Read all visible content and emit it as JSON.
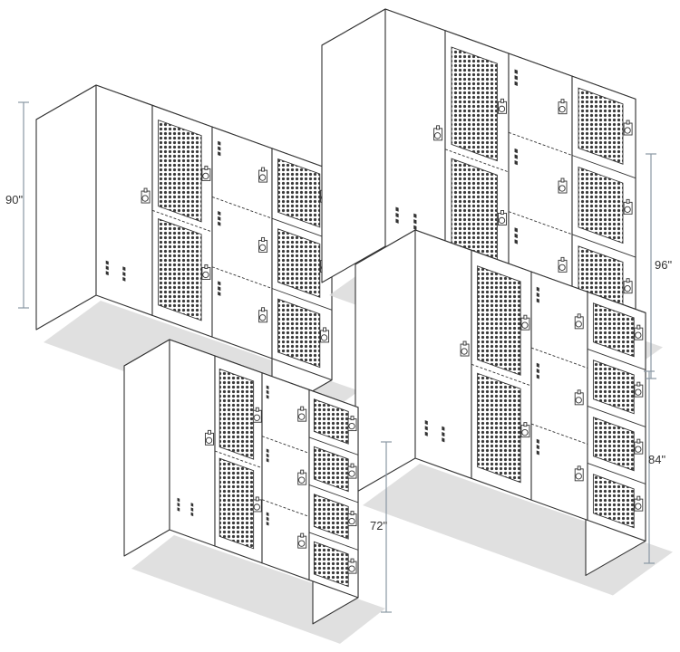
{
  "dimensions": {
    "h90": "90\"",
    "h96": "96\"",
    "h84": "84\"",
    "h72": "72\""
  },
  "colors": {
    "line": "#333333",
    "face": "#ffffff",
    "shade": "#f2f2f2",
    "dimension_line": "#8a98a4",
    "shadow": "#d8d8d8"
  },
  "icons": [
    "hasp-lock-icon",
    "perforated-vent-panel",
    "louver-slots"
  ]
}
